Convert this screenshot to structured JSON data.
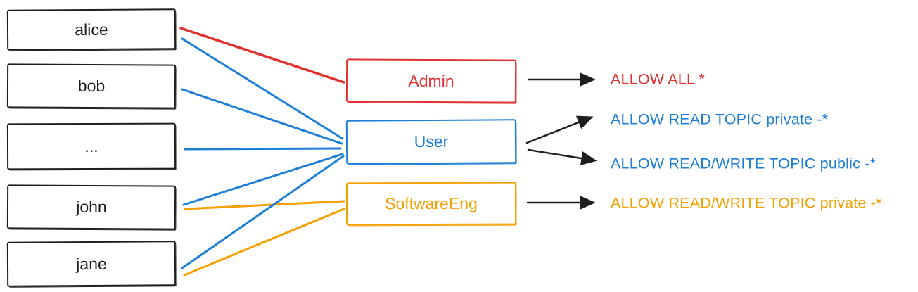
{
  "colors": {
    "ink": "#1e1e1e",
    "background": "#ffffff",
    "red": "#e03131",
    "blue": "#1c7ed6",
    "orange": "#f59f00"
  },
  "users": [
    {
      "label": "alice"
    },
    {
      "label": "bob"
    },
    {
      "label": "..."
    },
    {
      "label": "john"
    },
    {
      "label": "jane"
    }
  ],
  "roles": [
    {
      "label": "Admin",
      "color": "#e03131"
    },
    {
      "label": "User",
      "color": "#1c7ed6"
    },
    {
      "label": "SoftwareEng",
      "color": "#f59f00"
    }
  ],
  "permissions": [
    {
      "label": "ALLOW ALL *",
      "color": "#e03131"
    },
    {
      "label": "ALLOW READ TOPIC private -*",
      "color": "#1c7ed6"
    },
    {
      "label": "ALLOW READ/WRITE TOPIC public -*",
      "color": "#1c7ed6"
    },
    {
      "label": "ALLOW READ/WRITE TOPIC private -*",
      "color": "#f59f00"
    }
  ],
  "edges": {
    "user_role": [
      {
        "from": "alice",
        "to": "Admin",
        "color": "#e03131"
      },
      {
        "from": "alice",
        "to": "User",
        "color": "#1c7ed6"
      },
      {
        "from": "bob",
        "to": "User",
        "color": "#1c7ed6"
      },
      {
        "from": "...",
        "to": "User",
        "color": "#1c7ed6"
      },
      {
        "from": "john",
        "to": "User",
        "color": "#1c7ed6"
      },
      {
        "from": "john",
        "to": "SoftwareEng",
        "color": "#f59f00"
      },
      {
        "from": "jane",
        "to": "User",
        "color": "#1c7ed6"
      },
      {
        "from": "jane",
        "to": "SoftwareEng",
        "color": "#f59f00"
      }
    ],
    "role_permission": [
      {
        "from": "Admin",
        "to": "ALLOW ALL *",
        "color": "#1e1e1e"
      },
      {
        "from": "User",
        "to": "ALLOW READ TOPIC private -*",
        "color": "#1e1e1e"
      },
      {
        "from": "User",
        "to": "ALLOW READ/WRITE TOPIC public -*",
        "color": "#1e1e1e"
      },
      {
        "from": "SoftwareEng",
        "to": "ALLOW READ/WRITE TOPIC private -*",
        "color": "#1e1e1e"
      }
    ]
  }
}
